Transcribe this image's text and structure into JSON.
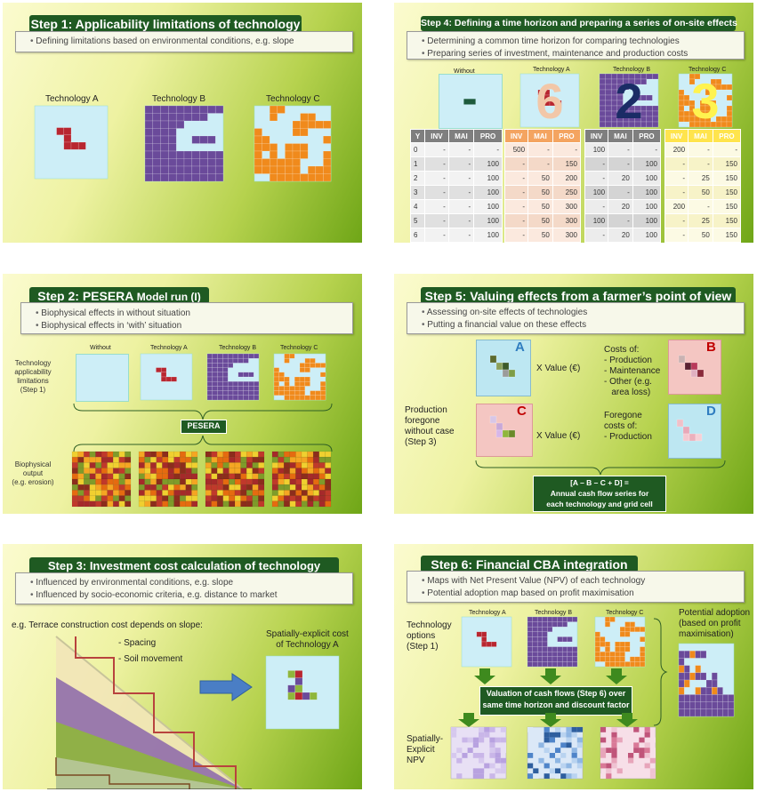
{
  "step1": {
    "title": "Step 1: Applicability limitations of technology",
    "bullets": [
      "Defining limitations based on environmental conditions, e.g. slope"
    ],
    "tech_labels": [
      "Technology A",
      "Technology B",
      "Technology C"
    ]
  },
  "step2": {
    "title_main": "Step 2: PESERA",
    "title_rest": " Model run (I)",
    "bullets": [
      "Biophysical effects in without situation",
      "Biophysical effects in ‘with’ situation"
    ],
    "col_labels": [
      "Without",
      "Technology A",
      "Technology B",
      "Technology C"
    ],
    "row1_label": [
      "Technology",
      "applicability",
      "limitations",
      "(Step 1)"
    ],
    "row2_label": [
      "Biophysical",
      "output",
      "(e.g. erosion)"
    ],
    "pesera_box": "PESERA"
  },
  "step3": {
    "title": "Step 3: Investment cost calculation of technology",
    "bullets": [
      "Influenced by environmental conditions, e.g. slope",
      "Influenced by socio-economic criteria, e.g. distance to market"
    ],
    "note": "e.g. Terrace construction cost depends on slope:",
    "items": [
      "- Spacing",
      "- Soil movement"
    ],
    "result_label": [
      "Spatially-explicit cost",
      "of Technology A"
    ]
  },
  "step4": {
    "title": "Step 4: Defining a time horizon and preparing a series of on-site effects",
    "bullets": [
      "Determining a common time horizon for comparing technologies",
      "Preparing series of investment, maintenance and production costs"
    ],
    "col_labels": [
      "Without",
      "Technology A",
      "Technology B",
      "Technology C"
    ],
    "digits": [
      "-",
      "6",
      "2",
      "3"
    ],
    "table": {
      "header_without": [
        "Y",
        "INV",
        "MAI",
        "PRO"
      ],
      "header_tech": [
        "INV",
        "MAI",
        "PRO"
      ],
      "without": [
        [
          "0",
          "-",
          "-",
          "-"
        ],
        [
          "1",
          "-",
          "-",
          "100"
        ],
        [
          "2",
          "-",
          "-",
          "100"
        ],
        [
          "3",
          "-",
          "-",
          "100"
        ],
        [
          "4",
          "-",
          "-",
          "100"
        ],
        [
          "5",
          "-",
          "-",
          "100"
        ],
        [
          "6",
          "-",
          "-",
          "100"
        ]
      ],
      "techA": [
        [
          "500",
          "-",
          "-"
        ],
        [
          "-",
          "-",
          "150"
        ],
        [
          "-",
          "50",
          "200"
        ],
        [
          "-",
          "50",
          "250"
        ],
        [
          "-",
          "50",
          "300"
        ],
        [
          "-",
          "50",
          "300"
        ],
        [
          "-",
          "50",
          "300"
        ]
      ],
      "techB": [
        [
          "100",
          "-",
          "-"
        ],
        [
          "-",
          "-",
          "100"
        ],
        [
          "-",
          "20",
          "100"
        ],
        [
          "100",
          "-",
          "100"
        ],
        [
          "-",
          "20",
          "100"
        ],
        [
          "100",
          "-",
          "100"
        ],
        [
          "-",
          "20",
          "100"
        ]
      ],
      "techC": [
        [
          "200",
          "-",
          "-"
        ],
        [
          "-",
          "-",
          "150"
        ],
        [
          "-",
          "25",
          "150"
        ],
        [
          "-",
          "50",
          "150"
        ],
        [
          "200",
          "-",
          "150"
        ],
        [
          "-",
          "25",
          "150"
        ],
        [
          "-",
          "50",
          "150"
        ]
      ]
    }
  },
  "step5": {
    "title": "Step 5: Valuing effects from a farmer’s point of view",
    "bullets": [
      "Assessing on-site effects of technologies",
      "Putting a financial value on these effects"
    ],
    "letters": [
      "A",
      "B",
      "C",
      "D"
    ],
    "value_label": "X  Value (€)",
    "costs_of": [
      "Costs of:",
      "- Production",
      "- Maintenance",
      "- Other (e.g.",
      "   area loss)"
    ],
    "production_foregone": [
      "Production",
      "foregone",
      "without case",
      "(Step 3)"
    ],
    "foregone_costs": [
      "Foregone",
      "costs of:",
      "- Production"
    ],
    "formula": [
      "[A – B – C + D] =",
      "Annual cash flow series for",
      "each technology and grid cell"
    ]
  },
  "step6": {
    "title": "Step 6: Financial CBA integration",
    "bullets": [
      "Maps with Net Present Value (NPV) of each technology",
      "Potential adoption map based on profit maximisation"
    ],
    "tech_options": [
      "Technology",
      "options",
      "(Step 1)"
    ],
    "col_labels": [
      "Technology A",
      "Technology B",
      "Technology C"
    ],
    "valuation": [
      "Valuation of cash flows (Step 6) over",
      "same time horizon and discount factor"
    ],
    "npv_label": [
      "Spatially-",
      "Explicit",
      "NPV"
    ],
    "adoption_label": [
      "Potential adoption",
      "(based on profit",
      "maximisation)"
    ]
  },
  "colors": {
    "title_green": "#1f5a22",
    "tech_a_red": "#b82630",
    "tech_b_purple": "#6a4a9a",
    "tech_c_orange": "#f08a1c",
    "header_grey": "#7f7f7f",
    "header_orange": "#f4a460",
    "header_yellow": "#ffe44d"
  }
}
